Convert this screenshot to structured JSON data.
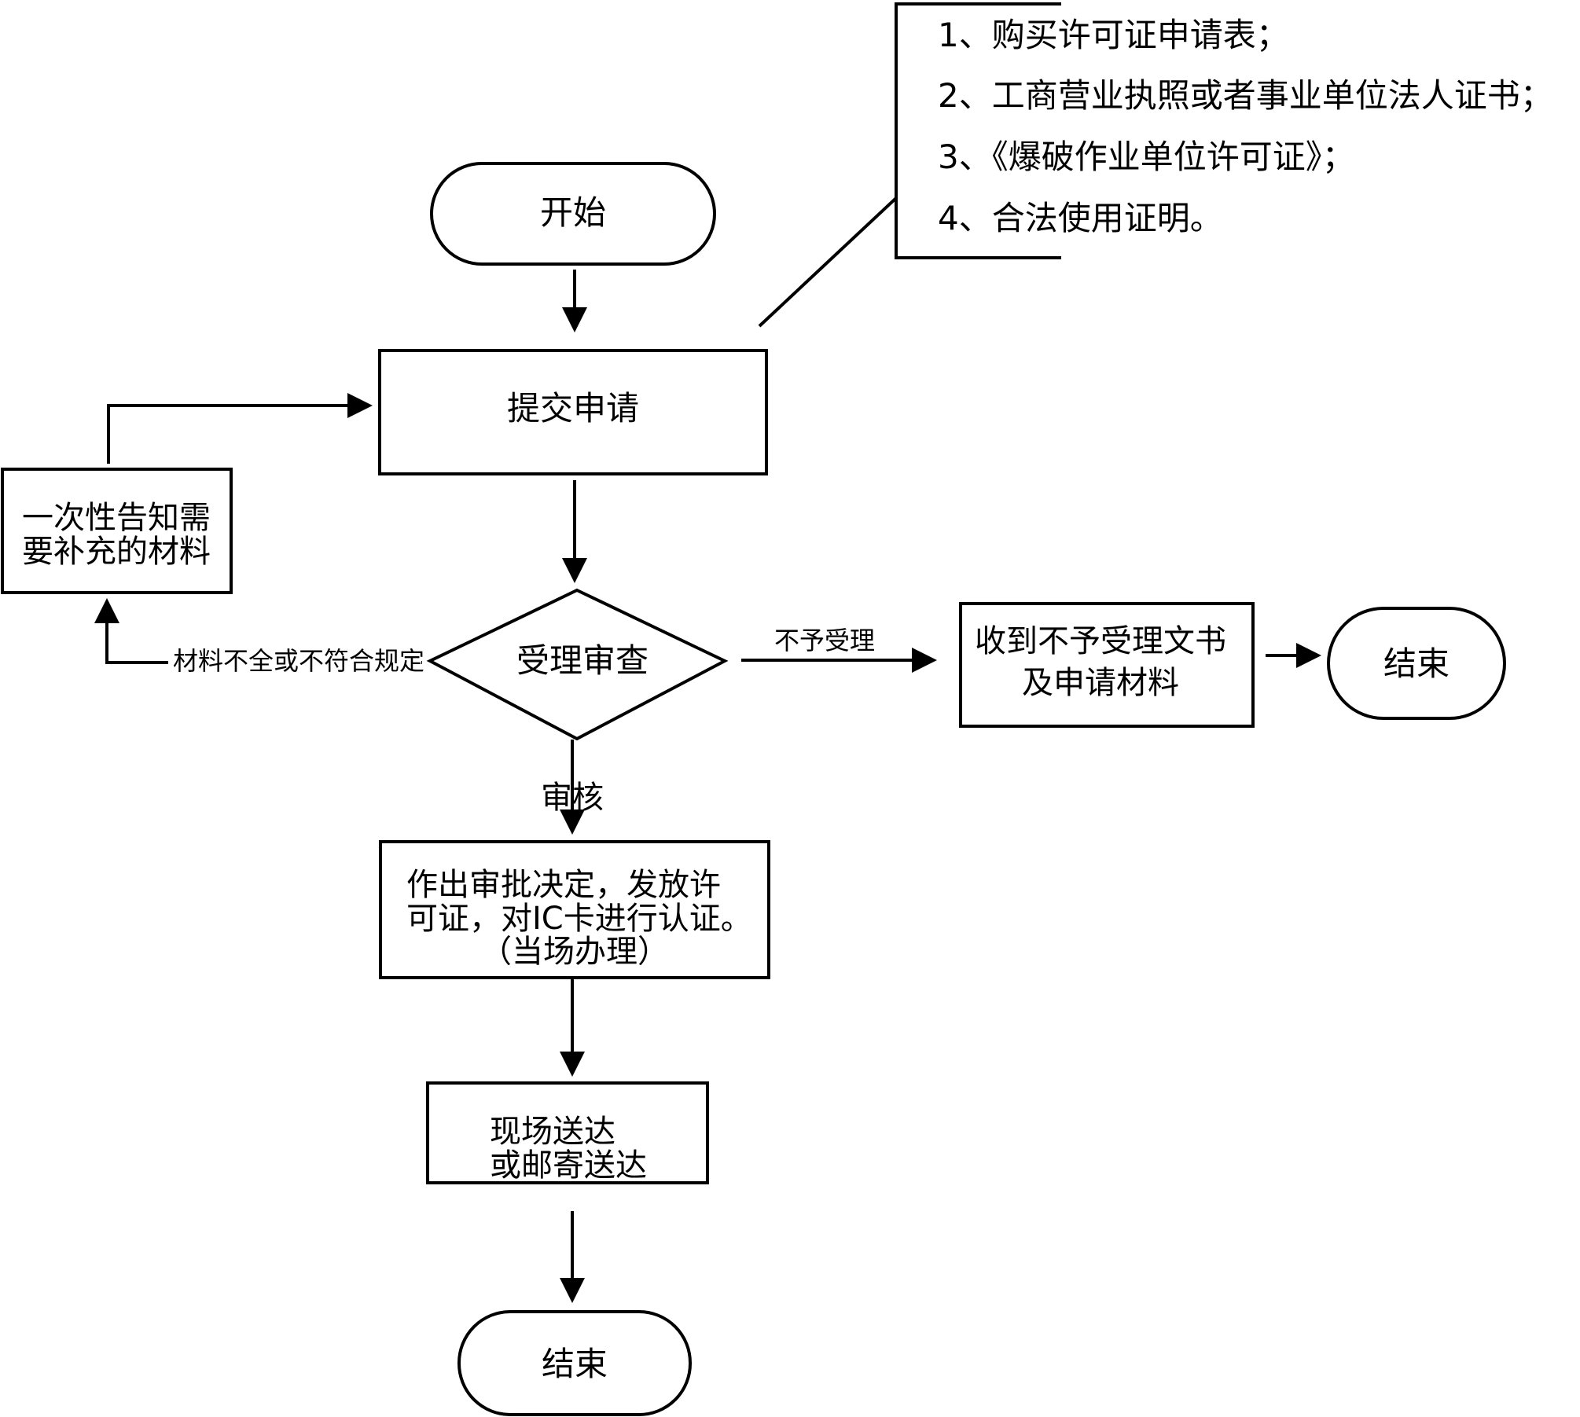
{
  "start": {
    "label": "开始"
  },
  "submit": {
    "label": "提交申请"
  },
  "requirements": {
    "items": [
      "1、购买许可证申请表；",
      "2、工商营业执照或者事业单位法人证书；",
      "3、《爆破作业单位许可证》；",
      "4、合法使用证明。"
    ]
  },
  "supplement": {
    "lines": [
      "一次性告知需",
      "要补充的材料"
    ]
  },
  "review": {
    "label": "受理审查"
  },
  "incomplete_edge": {
    "label": "材料不全或不符合规定"
  },
  "reject_edge": {
    "label": "不予受理"
  },
  "rejected": {
    "lines": [
      "收到不予受理文书",
      "及申请材料"
    ]
  },
  "end_right": {
    "label": "结束"
  },
  "audit_edge": {
    "label": "审核"
  },
  "decision": {
    "lines": [
      "作出审批决定，发放许",
      "可证，对IC卡进行认证。",
      "（当场办理）"
    ]
  },
  "delivery": {
    "lines": [
      "现场送达",
      "或邮寄送达"
    ]
  },
  "end_bottom": {
    "label": "结束"
  }
}
